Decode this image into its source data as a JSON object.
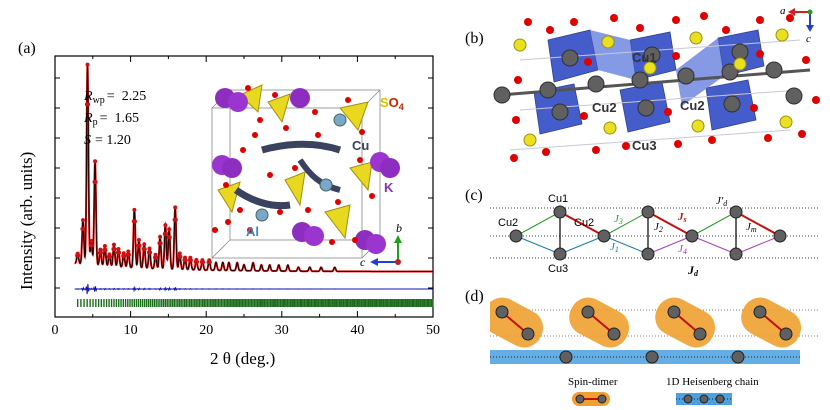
{
  "panels": {
    "a": "(a)",
    "b": "(b)",
    "c": "(c)",
    "d": "(d)"
  },
  "chart_data": {
    "type": "line",
    "xlabel": "2 θ (deg.)",
    "ylabel": "Intensity (arb. units)",
    "xlim": [
      0,
      50
    ],
    "xticks": [
      "0",
      "10",
      "20",
      "30",
      "40",
      "50"
    ],
    "stats": {
      "rwp_label": "R",
      "rwp_sub": "wp",
      "rwp_val": "=  2.25",
      "rp_label": "R",
      "rp_sub": "p",
      "rp_val": "=  1.65",
      "s_label": "S",
      "s_val": "= 1.20"
    },
    "peaks": [
      {
        "x": 3.0,
        "h": 0.05
      },
      {
        "x": 3.7,
        "h": 0.22
      },
      {
        "x": 4.3,
        "h": 1.0
      },
      {
        "x": 4.8,
        "h": 0.12
      },
      {
        "x": 5.3,
        "h": 0.52
      },
      {
        "x": 6.0,
        "h": 0.08
      },
      {
        "x": 6.6,
        "h": 0.1
      },
      {
        "x": 7.2,
        "h": 0.06
      },
      {
        "x": 7.8,
        "h": 0.11
      },
      {
        "x": 8.4,
        "h": 0.09
      },
      {
        "x": 9.1,
        "h": 0.07
      },
      {
        "x": 9.7,
        "h": 0.08
      },
      {
        "x": 10.5,
        "h": 0.29
      },
      {
        "x": 11.1,
        "h": 0.14
      },
      {
        "x": 11.8,
        "h": 0.12
      },
      {
        "x": 12.5,
        "h": 0.1
      },
      {
        "x": 13.3,
        "h": 0.07
      },
      {
        "x": 13.9,
        "h": 0.16
      },
      {
        "x": 14.6,
        "h": 0.22
      },
      {
        "x": 15.1,
        "h": 0.2
      },
      {
        "x": 15.9,
        "h": 0.31
      },
      {
        "x": 16.5,
        "h": 0.08
      },
      {
        "x": 17.2,
        "h": 0.06
      },
      {
        "x": 17.9,
        "h": 0.06
      },
      {
        "x": 18.7,
        "h": 0.05
      },
      {
        "x": 19.5,
        "h": 0.05
      },
      {
        "x": 20.4,
        "h": 0.05
      },
      {
        "x": 21.3,
        "h": 0.04
      },
      {
        "x": 22.2,
        "h": 0.04
      },
      {
        "x": 23.0,
        "h": 0.04
      },
      {
        "x": 24.1,
        "h": 0.04
      },
      {
        "x": 25.0,
        "h": 0.03
      },
      {
        "x": 26.2,
        "h": 0.04
      },
      {
        "x": 27.3,
        "h": 0.03
      },
      {
        "x": 28.4,
        "h": 0.03
      },
      {
        "x": 29.6,
        "h": 0.03
      },
      {
        "x": 30.8,
        "h": 0.03
      },
      {
        "x": 32.2,
        "h": 0.02
      },
      {
        "x": 33.7,
        "h": 0.02
      },
      {
        "x": 35.2,
        "h": 0.02
      },
      {
        "x": 37.0,
        "h": 0.02
      }
    ],
    "series": [
      {
        "name": "obs",
        "color": "#d01010"
      },
      {
        "name": "calc",
        "color": "#000000"
      },
      {
        "name": "diff",
        "color": "#1010b0"
      },
      {
        "name": "bragg",
        "color": "#1a6b1a"
      }
    ]
  },
  "structure_a": {
    "so4_prefix": "S",
    "so4_main": "O",
    "so4_sub": "4",
    "cu": "Cu",
    "k": "K",
    "al": "Al",
    "axis_b": "b",
    "axis_c": "c"
  },
  "structure_b": {
    "axis_a": "a",
    "axis_c": "c",
    "cu1": "Cu1",
    "cu2_left": "Cu2",
    "cu2_right": "Cu2",
    "cu3": "Cu3"
  },
  "chain_c": {
    "cu1": "Cu1",
    "cu2a": "Cu2",
    "cu2b": "Cu2",
    "cu3": "Cu3",
    "j3": "J",
    "j3_sub": "3",
    "js": "J",
    "js_sub": "s",
    "j2": "J",
    "j2_sub": "2",
    "jm": "J",
    "jm_sub": "m",
    "j1": "J",
    "j1_sub": "1",
    "j4": "J",
    "j4_sub": "4",
    "jd_prime": "J′",
    "jd_prime_sub": "d",
    "jd": "J",
    "jd_sub": "d"
  },
  "legend_d": {
    "dimer": "Spin-dimer",
    "chain": "1D Heisenberg chain"
  }
}
